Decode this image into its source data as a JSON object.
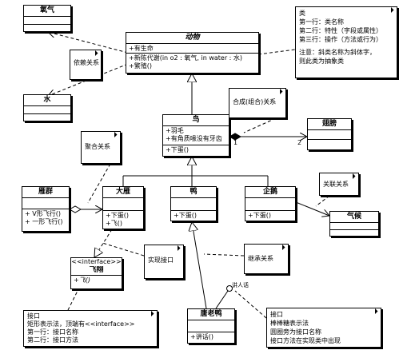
{
  "classes": {
    "oxygen": {
      "name": "氧气"
    },
    "water": {
      "name": "水"
    },
    "animal": {
      "name": "动物",
      "attrs": [
        "+有生命"
      ],
      "ops": [
        "+新陈代谢(in o2 : 氧气, in water : 水)",
        "+繁殖()"
      ]
    },
    "bird": {
      "name": "鸟",
      "attrs": [
        "+羽毛",
        "+有角质喙没有牙齿"
      ],
      "ops": [
        "+下蛋()"
      ]
    },
    "wing": {
      "name": "翅膀"
    },
    "goose_flock": {
      "name": "雁群",
      "ops": [
        "+ V形飞行()",
        "+ 一形飞行()"
      ]
    },
    "goose": {
      "name": "大雁",
      "ops": [
        "+下蛋()",
        "+飞()"
      ]
    },
    "duck": {
      "name": "鸭",
      "ops": [
        "+下蛋()"
      ]
    },
    "penguin": {
      "name": "企鹅",
      "ops": [
        "+下蛋()"
      ]
    },
    "climate": {
      "name": "气候"
    },
    "fly_iface": {
      "stereotype": "<<interface>>",
      "name": "飞翔",
      "ops": [
        "+飞()"
      ]
    },
    "donald": {
      "name": "唐老鸭",
      "ops": [
        "+讲话()"
      ]
    }
  },
  "notes": {
    "legend": [
      "类",
      "第一行：类名称",
      "第二行：特性（字段或属性）",
      "第三行：操作（方法或行为）",
      "",
      "注意：斜类名称为斜体字，",
      "则此类为抽象类"
    ],
    "dependency": [
      "依赖关系"
    ],
    "composition": [
      "合成(组合)关系"
    ],
    "aggregation": [
      "聚合关系"
    ],
    "association": [
      "关联关系"
    ],
    "realization": [
      "实现接口"
    ],
    "inheritance": [
      "继承关系"
    ],
    "interface_lollipop": [
      "接口",
      "棒棒糖表示法",
      "圆圈旁为接口名称",
      "接口方法在实现类中出现"
    ],
    "interface_rect": [
      "接口",
      "矩形表示法，顶端有<<interface>>",
      "第一行：接口名称",
      "第二行：接口方法"
    ]
  },
  "labels": {
    "mult_left": "1",
    "mult_right": "2",
    "lollipop_name": "讲人话"
  }
}
